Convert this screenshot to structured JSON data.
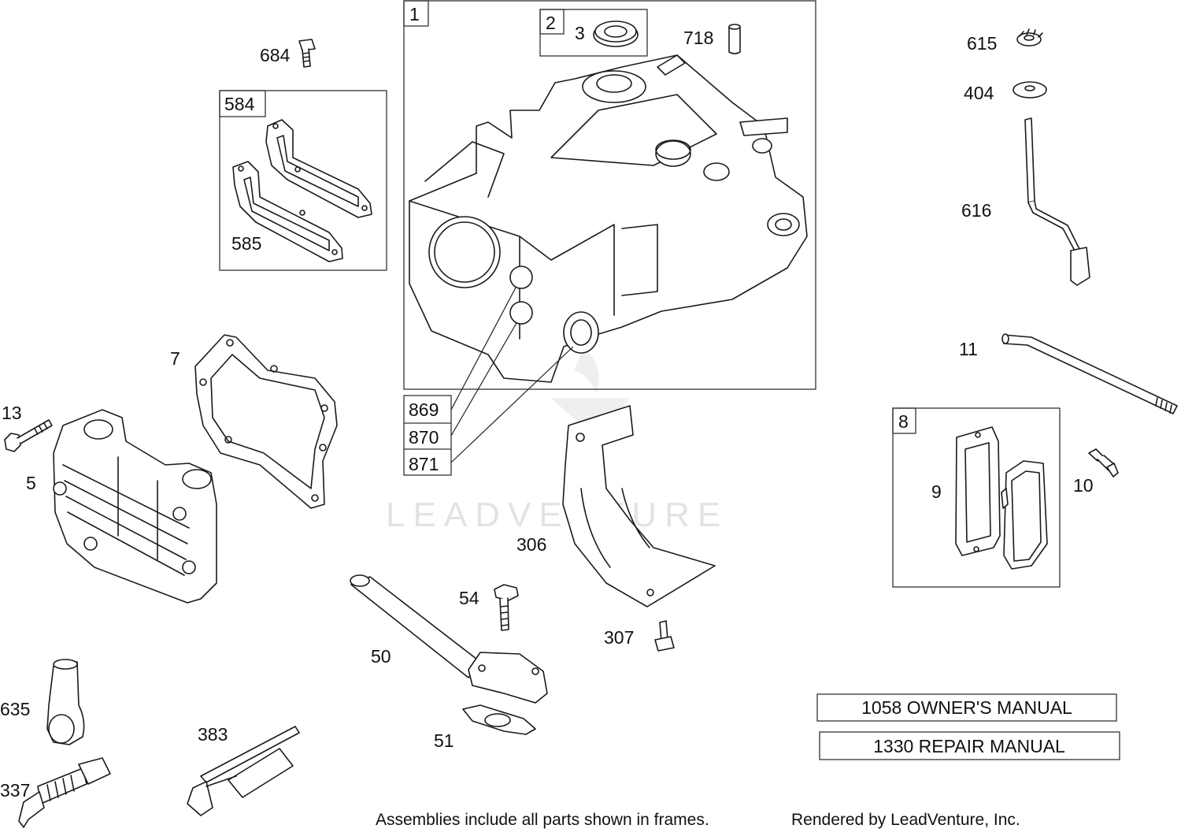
{
  "labels": {
    "p1": "1",
    "p2": "2",
    "p3": "3",
    "p718": "718",
    "p684": "684",
    "p584": "584",
    "p585": "585",
    "p615": "615",
    "p404": "404",
    "p616": "616",
    "p11": "11",
    "p7": "7",
    "p13": "13",
    "p5": "5",
    "p869": "869",
    "p870": "870",
    "p871": "871",
    "p8": "8",
    "p9": "9",
    "p10": "10",
    "p306": "306",
    "p307": "307",
    "p54": "54",
    "p50": "50",
    "p51": "51",
    "p635": "635",
    "p383": "383",
    "p337": "337"
  },
  "manuals": {
    "owners": "1058 OWNER'S MANUAL",
    "repair": "1330 REPAIR MANUAL"
  },
  "footer": {
    "note": "Assemblies include all parts shown in frames.",
    "rendered": "Rendered by LeadVenture, Inc."
  },
  "watermark": "LEADVENTURE",
  "colors": {
    "line": "#1a1a1a",
    "watermark": "#e3e3e3",
    "background": "#ffffff"
  }
}
